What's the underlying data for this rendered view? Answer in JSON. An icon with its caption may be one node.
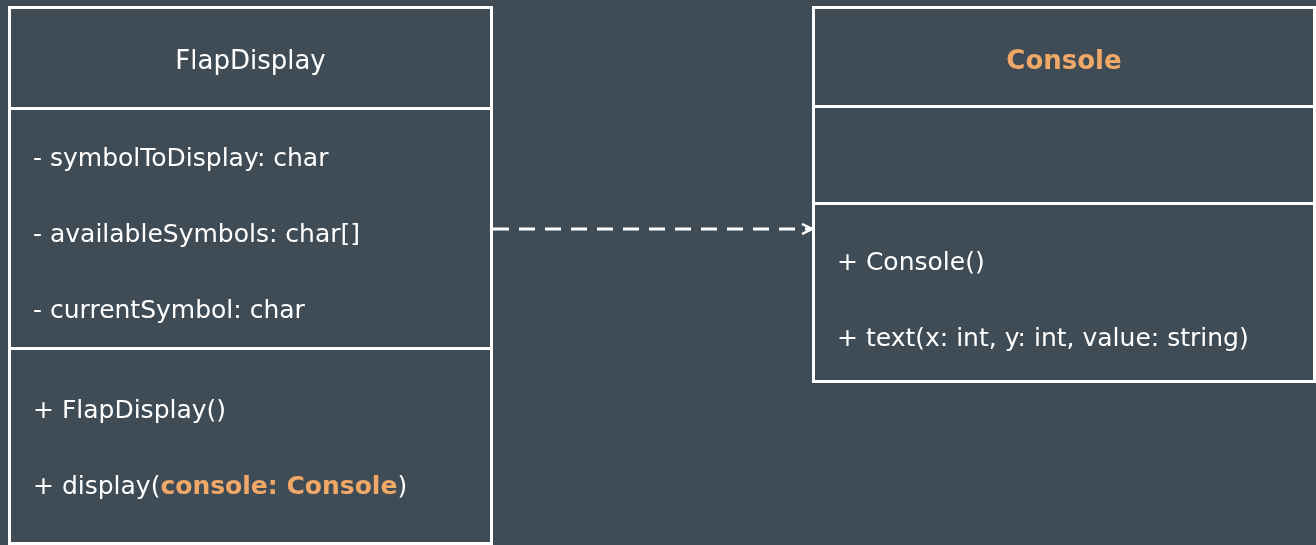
{
  "diagram": {
    "nodes": [
      {
        "text": [
          "FlapDisplay"
        ]
      },
      {
        "text": [
          "- symbolToDisplay: char",
          "- availableSymbols: char[]",
          "- currentSymbol: char"
        ],
        "in": 0
      },
      {
        "text": [
          "+ FlapDisplay()",
          "+ display(**console: Console**)"
        ],
        "in": 0
      },
      {
        "text": [
          "Console"
        ]
      },
      {
        "text": [],
        "shape": "box",
        "in": 3
      },
      {
        "text": [
          "+ Console()",
          "+ text(x: int, y: int, value: string)"
        ],
        "in": 3
      }
    ],
    "edges": [
      {
        "from": 0,
        "to": 3,
        "arrow": "to",
        "style": "dashed"
      }
    ]
  }
}
